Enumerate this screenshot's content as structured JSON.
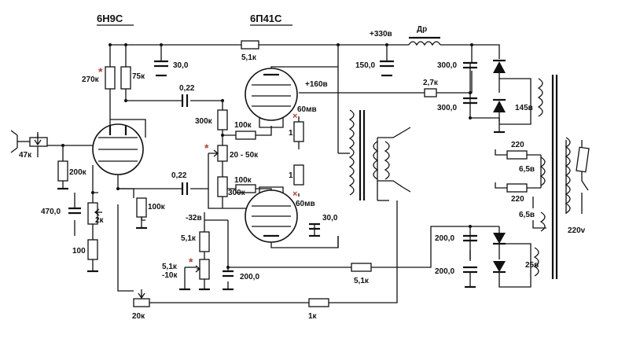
{
  "tubes": {
    "driver": "6Н9С",
    "output": "6П41С"
  },
  "resistors": {
    "r_anode_left": "270к",
    "r_anode_right": "75к",
    "r_input": "47к",
    "r_grid": "200к",
    "r_cath_pot": "2к",
    "r_cath": "100",
    "r_bal": "100к",
    "r_feed": "20к",
    "r_top": "5,1к",
    "r_grid1": "300к",
    "r_stop1": "100к",
    "r_bias_pot": "20 - 50к",
    "r_stop2": "100к",
    "r_grid2": "300к",
    "r_bias1": "5,1к",
    "r_bias2": "5,1к\n-10к",
    "r_mid": "5,1к",
    "r_fb": "1к",
    "r_cath1": "1",
    "r_cath2": "1",
    "r_filter": "2,7к",
    "r_hum1": "220",
    "r_hum2": "220"
  },
  "capacitors": {
    "c_top": "30,0",
    "c_couple1": "0,22",
    "c_couple2": "0,22",
    "c_cath": "470,0",
    "c_bias": "200,0",
    "c_ot": "30,0",
    "c_330": "150,0",
    "c_psu1": "300,0",
    "c_psu2": "300,0",
    "c_neg1": "200,0",
    "c_neg2": "200,0"
  },
  "voltages": {
    "b_plus": "+330в",
    "screen": "+160в",
    "bias": "-32в",
    "i1": "60мв",
    "i2": "60мв",
    "sec1": "145в",
    "heat1": "6,5в",
    "heat2": "6,5в",
    "sec2": "25в",
    "mains": "220v"
  },
  "inductor": "Др",
  "markers": {
    "adjust": "*",
    "measure": "×"
  }
}
